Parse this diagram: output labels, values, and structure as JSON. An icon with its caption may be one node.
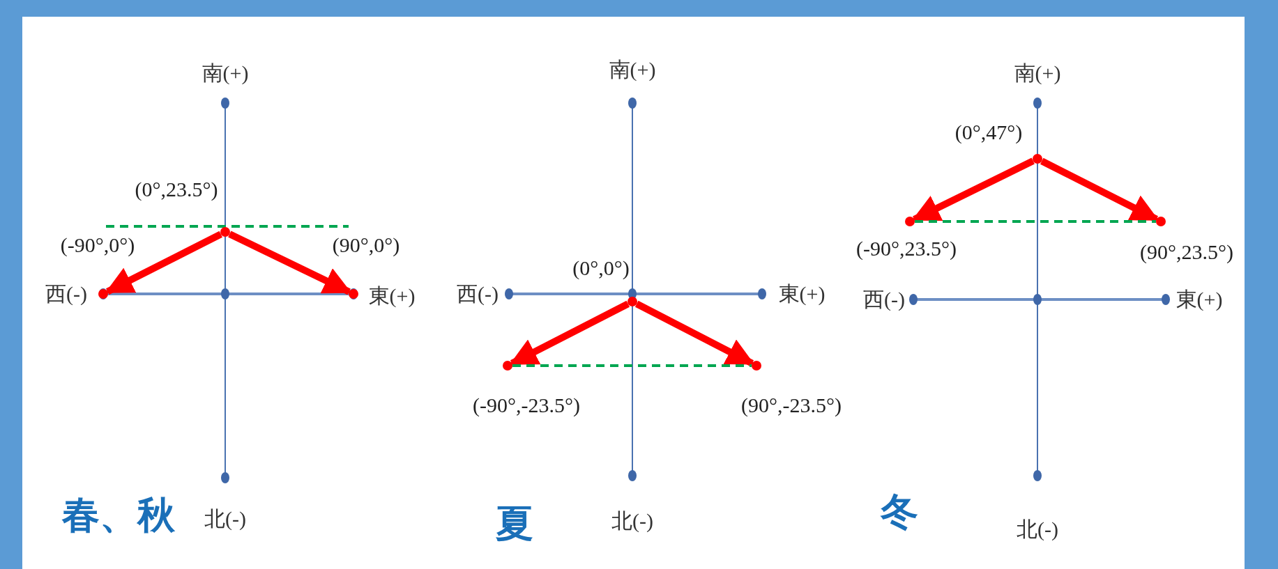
{
  "diagram": {
    "nodes": [
      {
        "text": [],
        "shape": "circle",
        "beside": [
          "(-90°,0°)"
        ]
      },
      {
        "text": [],
        "shape": "circle",
        "beside": [
          "(0°,23.5°)"
        ]
      },
      {
        "text": [],
        "shape": "circle",
        "beside": [
          "(90°,0°)"
        ]
      },
      {
        "text": [],
        "shape": "circle",
        "beside": [
          "(-90°,-23.5°)"
        ]
      },
      {
        "text": [],
        "shape": "circle",
        "beside": [
          "(0°,0°)"
        ]
      },
      {
        "text": [],
        "shape": "circle",
        "beside": [
          "(90°,-23.5°)"
        ]
      },
      {
        "text": [],
        "shape": "circle",
        "beside": [
          "(-90°,23.5°)"
        ]
      },
      {
        "text": [],
        "shape": "circle",
        "beside": [
          "(0°,47°)"
        ]
      },
      {
        "text": [],
        "shape": "circle",
        "beside": [
          "(90°,23.5°)"
        ]
      }
    ],
    "edges": [
      {
        "from": 1,
        "to": 0,
        "arrow": "to"
      },
      {
        "from": 1,
        "to": 2,
        "arrow": "to"
      },
      {
        "from": 4,
        "to": 3,
        "arrow": "to"
      },
      {
        "from": 4,
        "to": 5,
        "arrow": "to"
      },
      {
        "from": 3,
        "to": 5,
        "arrow": "none",
        "style": "dashed",
        "color": "#00a651"
      },
      {
        "from": 7,
        "to": 6,
        "arrow": "to"
      },
      {
        "from": 7,
        "to": 8,
        "arrow": "to"
      },
      {
        "from": 6,
        "to": 8,
        "arrow": "none",
        "style": "dashed",
        "color": "#00a651"
      }
    ],
    "labels": [
      "南(+)",
      "西(-)",
      "東(+)",
      "北(-)",
      "春、秋",
      "南(+)",
      "西(-)",
      "東(+)",
      "北(-)",
      "夏",
      "南(+)",
      "西(-)",
      "東(+)",
      "北(-)",
      "冬"
    ]
  }
}
